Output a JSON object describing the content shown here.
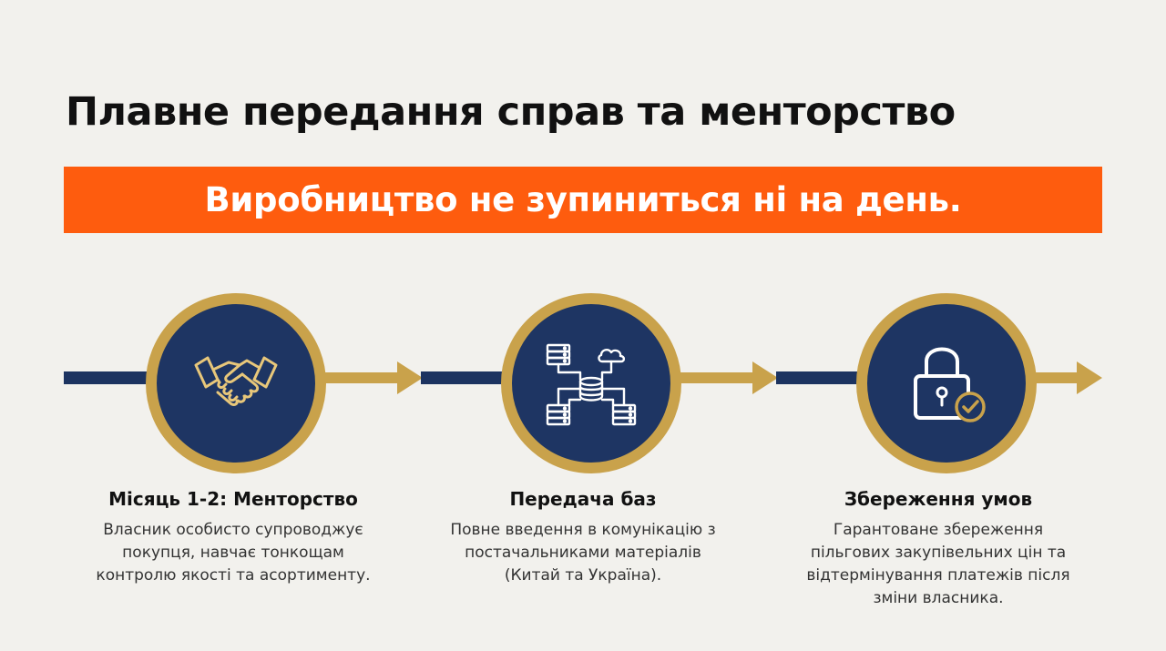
{
  "title": "Плавне передання справ та менторство",
  "banner": "Виробництво не зупиниться ні на день.",
  "colors": {
    "accent": "#fe5c0e",
    "navy": "#1e3563",
    "gold": "#c9a24b",
    "background": "#f2f1ed"
  },
  "steps": [
    {
      "icon": "handshake-icon",
      "title": "Місяць 1-2: Менторство",
      "desc_lines": [
        "Власник особисто супроводжує",
        "покупця, навчає тонкощам",
        "контролю якості та асортименту."
      ]
    },
    {
      "icon": "database-cloud-icon",
      "title": "Передача баз",
      "desc_lines": [
        "Повне введення в комунікацію з",
        "постачальниками матеріалів",
        "(Китай та Україна)."
      ]
    },
    {
      "icon": "lock-check-icon",
      "title": "Збереження умов",
      "desc_lines": [
        "Гарантоване збереження",
        "пільгових закупівельних цін та",
        "відтермінування платежів після",
        "зміни власника."
      ]
    }
  ]
}
